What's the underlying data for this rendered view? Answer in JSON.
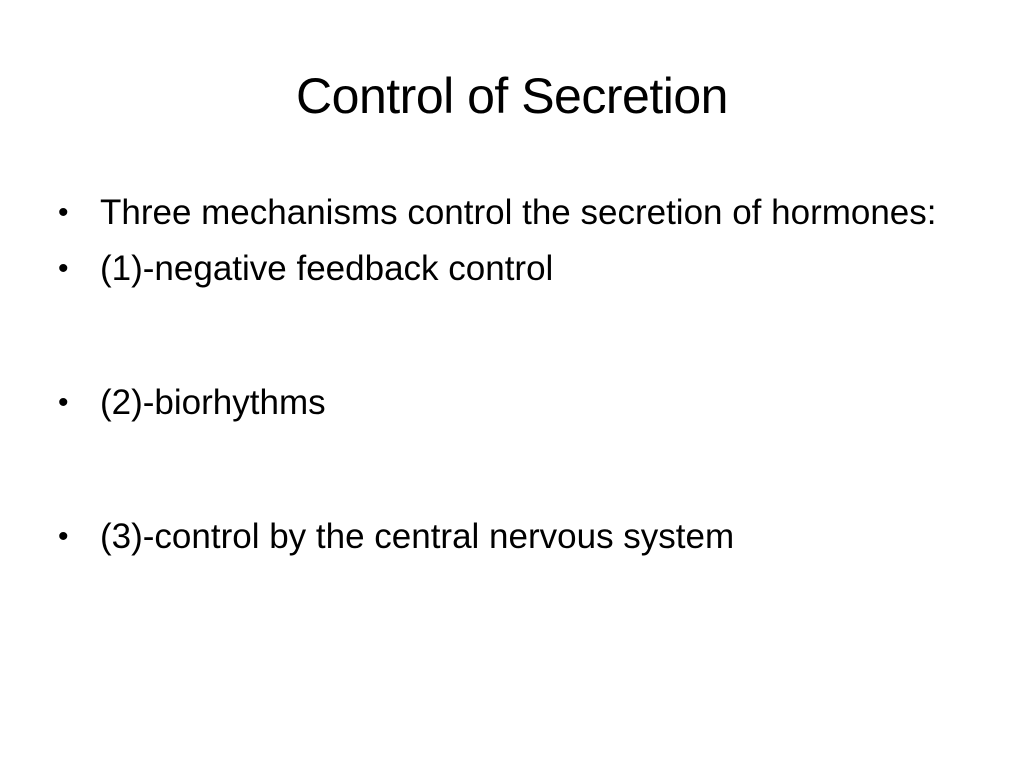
{
  "slide": {
    "title": "Control of Secretion",
    "bullets": [
      {
        "symbol": "•",
        "text": "Three mechanisms control the secretion of hormones:"
      },
      {
        "symbol": "•",
        "text": "(1)-negative feedback control"
      },
      {
        "symbol": "•",
        "text": "(2)-biorhythms"
      },
      {
        "symbol": "•",
        "text": "(3)-control by the central nervous system"
      }
    ]
  }
}
